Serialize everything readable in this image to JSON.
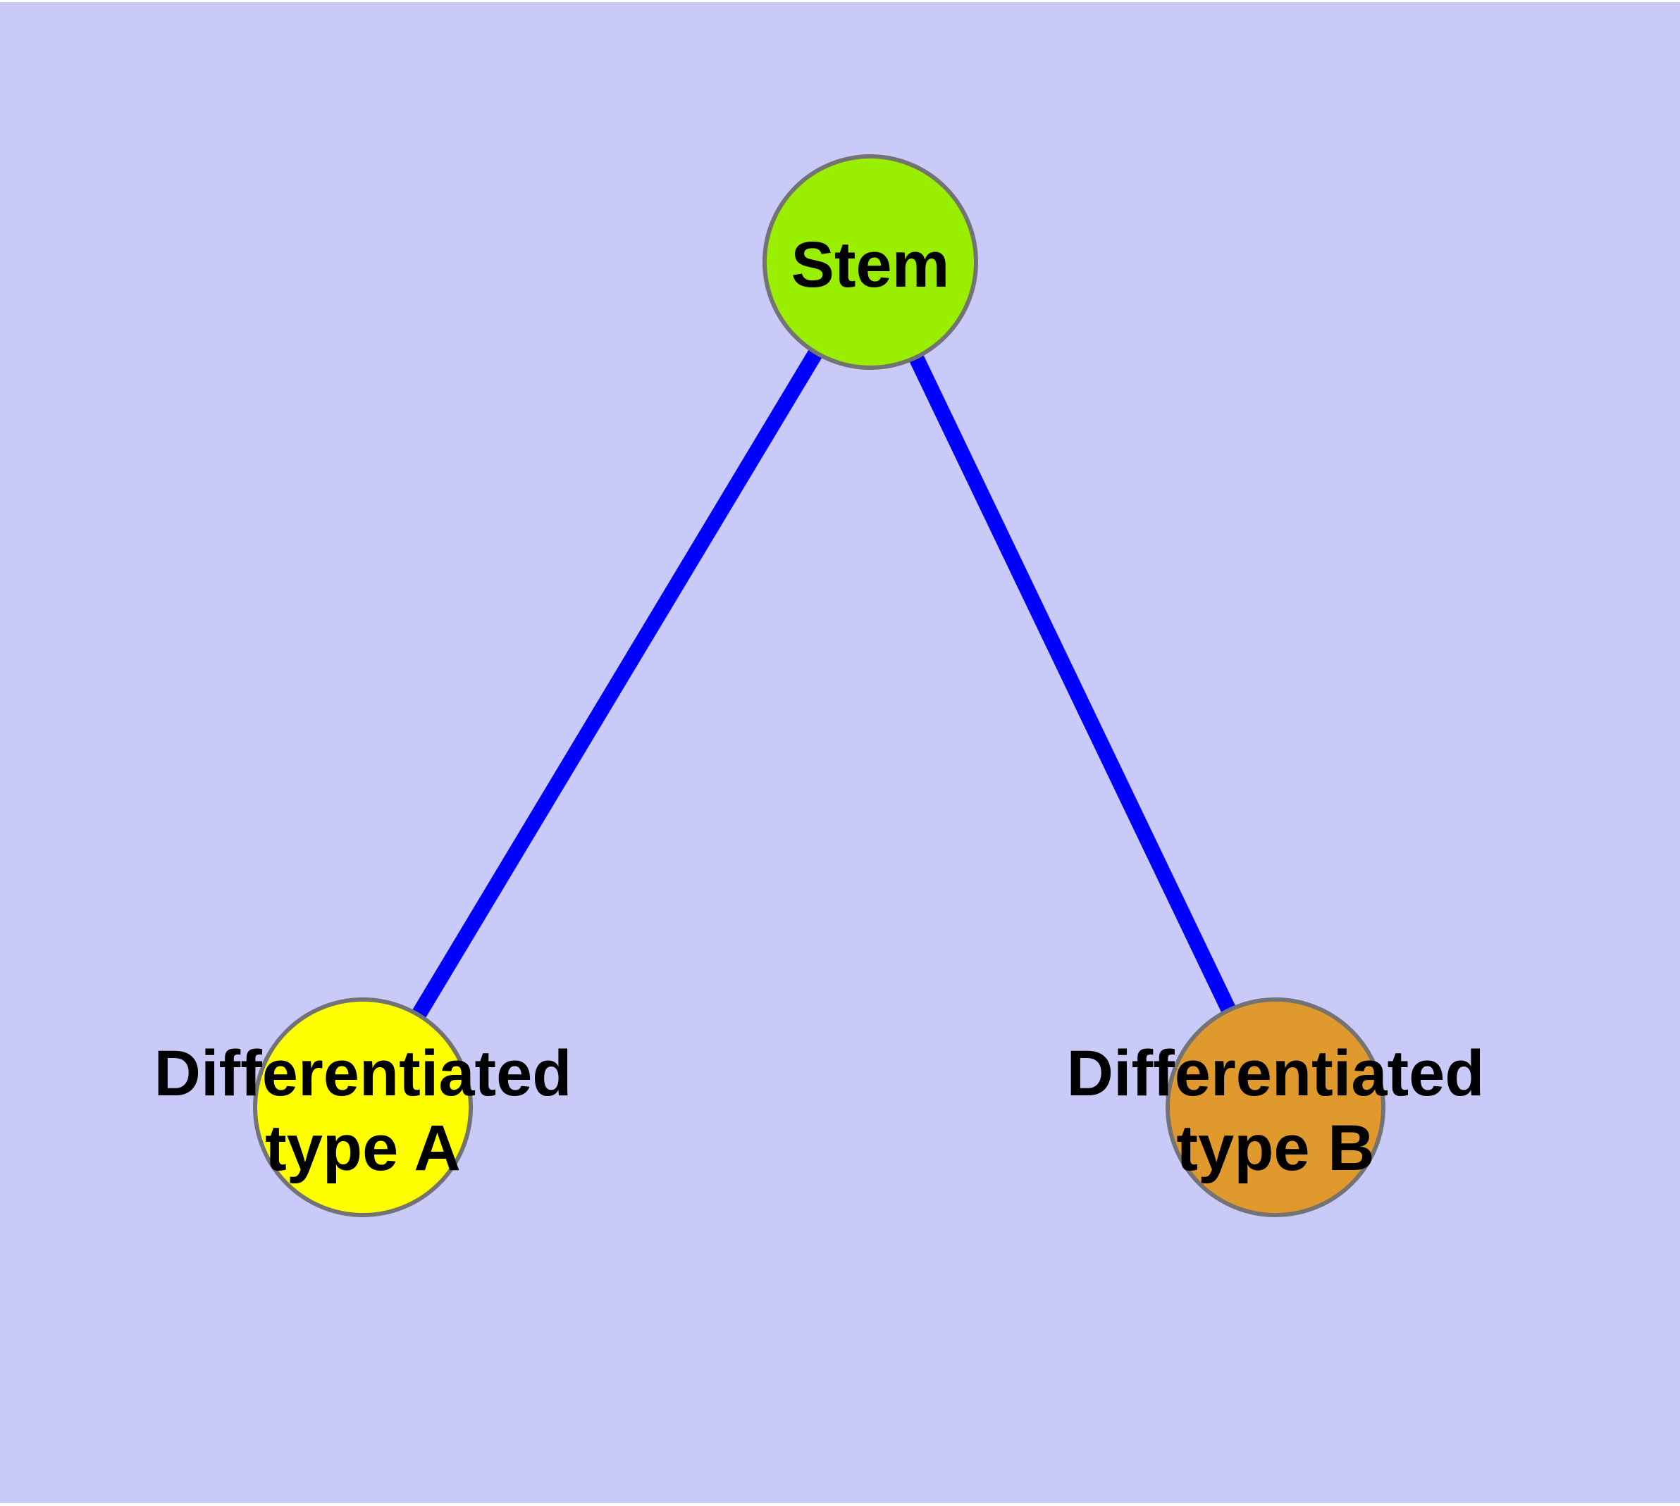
{
  "colors": {
    "background": "#CACAF8",
    "page_margin": "#FFFFFF",
    "edge": "#0000FF",
    "node_border": "#737373",
    "label_text": "#000000"
  },
  "nodes": {
    "stem": {
      "label": "Stem",
      "fill": "#9AEE00"
    },
    "type_a": {
      "label_line1": "Differentiated",
      "label_line2": "type A",
      "fill": "#FFFF00"
    },
    "type_b": {
      "label_line1": "Differentiated",
      "label_line2": "type B",
      "fill": "#E0992C"
    }
  },
  "edges": [
    {
      "from": "stem",
      "to": "type_a"
    },
    {
      "from": "stem",
      "to": "type_b"
    }
  ]
}
